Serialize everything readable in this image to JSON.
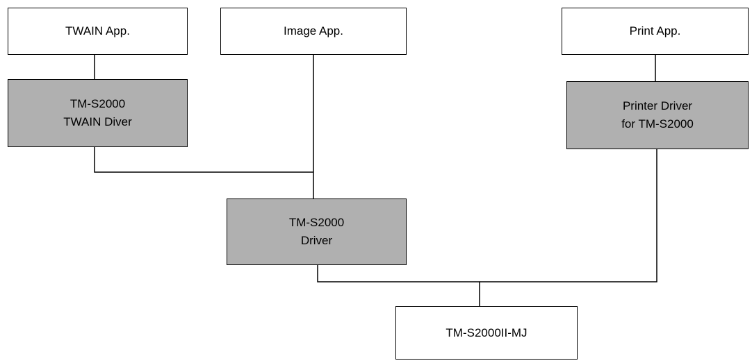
{
  "colors": {
    "background": "#ffffff",
    "app_box_fill": "#ffffff",
    "driver_box_fill": "#b0b0b0",
    "border": "#000000",
    "text": "#000000"
  },
  "nodes": {
    "twain_app": {
      "lines": [
        "TWAIN App."
      ]
    },
    "image_app": {
      "lines": [
        "Image App."
      ]
    },
    "print_app": {
      "lines": [
        "Print App."
      ]
    },
    "twain_driver": {
      "lines": [
        "TM-S2000",
        "TWAIN Diver"
      ]
    },
    "printer_driver": {
      "lines": [
        "Printer Driver",
        "for TM-S2000"
      ]
    },
    "tm_driver": {
      "lines": [
        "TM-S2000",
        "Driver"
      ]
    },
    "device": {
      "lines": [
        "TM-S2000II-MJ"
      ]
    }
  }
}
